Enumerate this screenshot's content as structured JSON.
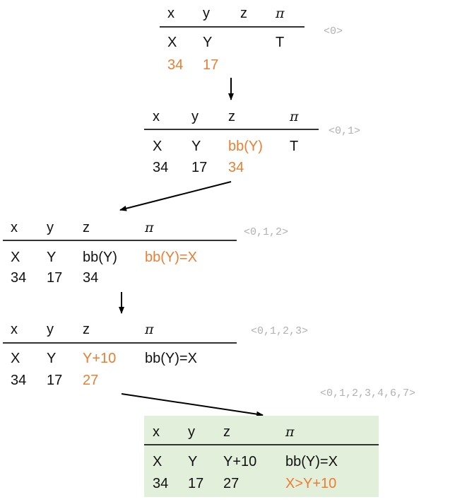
{
  "highlight_color": "#ed7d31",
  "final_state_color": "#e2efda",
  "states": [
    {
      "label": "<0>",
      "header": [
        "x",
        "y",
        "z",
        "π"
      ],
      "rows": [
        [
          "X",
          "Y",
          "",
          "T"
        ],
        [
          "34",
          "17",
          "",
          ""
        ]
      ],
      "highlighted": [
        [
          1,
          0
        ],
        [
          1,
          1
        ]
      ]
    },
    {
      "label": "<0,1>",
      "header": [
        "x",
        "y",
        "z",
        "π"
      ],
      "rows": [
        [
          "X",
          "Y",
          "bb(Y)",
          "T"
        ],
        [
          "34",
          "17",
          "34",
          ""
        ]
      ],
      "highlighted": [
        [
          0,
          2
        ],
        [
          1,
          2
        ]
      ]
    },
    {
      "label": "<0,1,2>",
      "header": [
        "x",
        "y",
        "z",
        "π"
      ],
      "rows": [
        [
          "X",
          "Y",
          "bb(Y)",
          "bb(Y)=X"
        ],
        [
          "34",
          "17",
          "34",
          ""
        ]
      ],
      "highlighted": [
        [
          0,
          3
        ]
      ]
    },
    {
      "label": "<0,1,2,3>",
      "header": [
        "x",
        "y",
        "z",
        "π"
      ],
      "rows": [
        [
          "X",
          "Y",
          "Y+10",
          "bb(Y)=X"
        ],
        [
          "34",
          "17",
          "27",
          ""
        ]
      ],
      "highlighted": [
        [
          0,
          2
        ],
        [
          1,
          2
        ]
      ]
    },
    {
      "label": "<0,1,2,3,4,6,7>",
      "header": [
        "x",
        "y",
        "z",
        "π"
      ],
      "rows": [
        [
          "X",
          "Y",
          "Y+10",
          "bb(Y)=X"
        ],
        [
          "34",
          "17",
          "27",
          "X>Y+10"
        ]
      ],
      "highlighted": [
        [
          1,
          3
        ]
      ]
    }
  ]
}
